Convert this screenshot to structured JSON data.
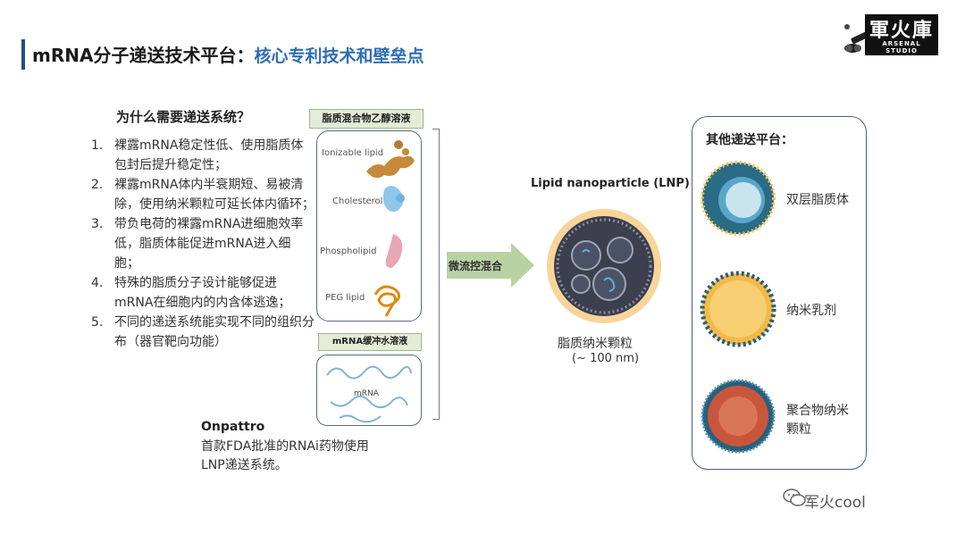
{
  "header": {
    "title": "mRNA分子递送技术平台：",
    "subtitle": "核心专利技术和壁垒点"
  },
  "logo": {
    "text": "軍火庫",
    "subtext": "ARSENAL STUDIO"
  },
  "why": {
    "title": "为什么需要递送系统？",
    "items": [
      {
        "num": "1.",
        "text": "裸露mRNA稳定性低、使用脂质体包封后提升稳定性；"
      },
      {
        "num": "2.",
        "text": "裸露mRNA体内半衰期短、易被清除，使用纳米颗粒可延长体内循环；"
      },
      {
        "num": "3.",
        "text": "带负电荷的裸露mRNA进细胞效率低，脂质体能促进mRNA进入细胞；"
      },
      {
        "num": "4.",
        "text": "特殊的脂质分子设计能够促进mRNA在细胞内的内含体逃逸；"
      },
      {
        "num": "5.",
        "text": "不同的递送系统能实现不同的组织分布（器官靶向功能）"
      }
    ]
  },
  "onpattro": {
    "title": "Onpattro",
    "desc": "首款FDA批准的RNAi药物使用LNP递送系统。"
  },
  "mix": {
    "label": "脂质混合物乙醇溶液",
    "lipids": [
      "Ionizable lipid",
      "Cholesterol",
      "Phospholipid",
      "PEG lipid"
    ],
    "buffer_label": "mRNA缓冲水溶液",
    "mrna_label": "mRNA"
  },
  "arrow_label": "微流控混合",
  "lnp": {
    "title": "Lipid nanoparticle (LNP)",
    "caption": "脂质纳米颗粒",
    "size": "(~ 100 nm)"
  },
  "other": {
    "title": "其他递送平台：",
    "platforms": [
      "双层脂质体",
      "纳米乳剂",
      "聚合物纳米颗粒"
    ]
  },
  "watermark": "军火cool",
  "colors": {
    "accent": "#1f4e8c",
    "subtitle": "#2e6fb3",
    "label_bg": "#e3ecd6",
    "arrow": "#b9d2a4"
  }
}
